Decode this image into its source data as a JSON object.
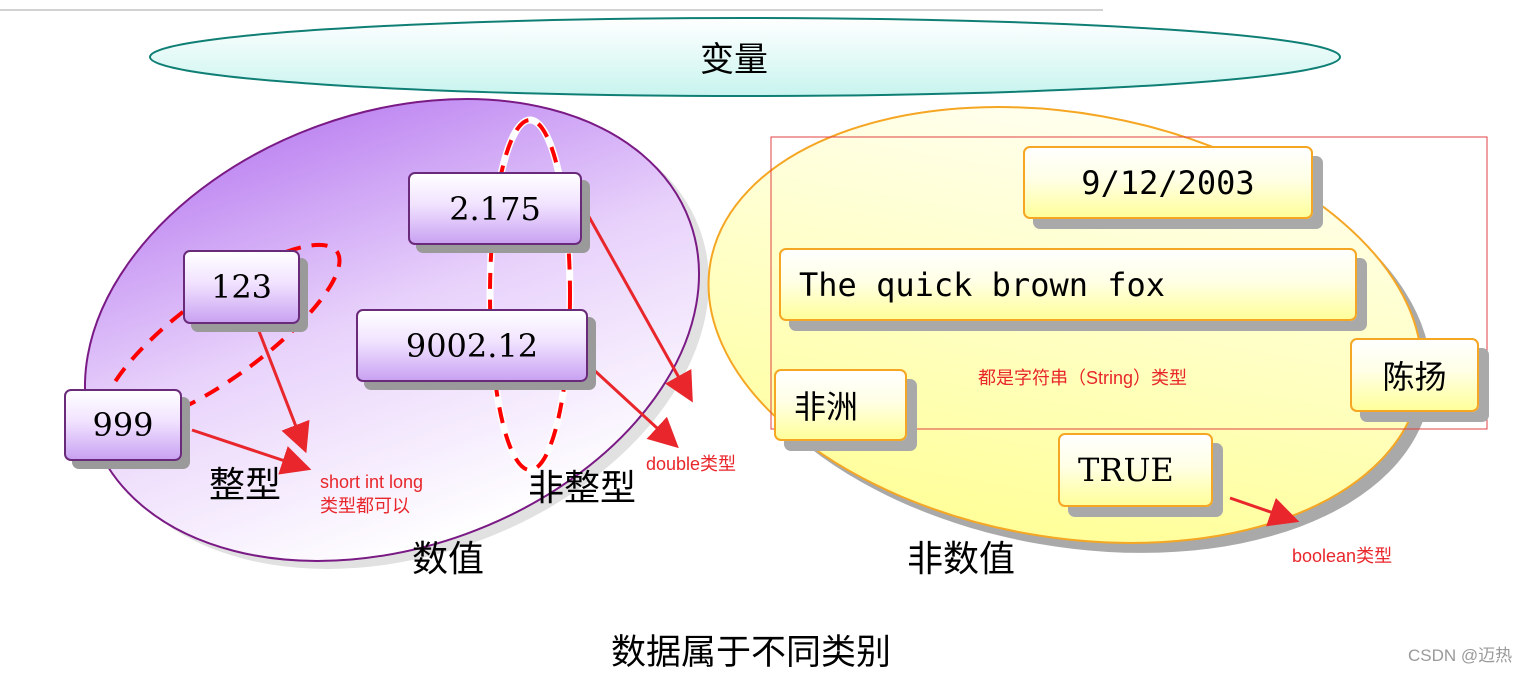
{
  "top_ellipse": {
    "label": "变量"
  },
  "numeric_group": {
    "label": "数值",
    "integer_label": "整型",
    "non_integer_label": "非整型",
    "integer_values": [
      "123",
      "999"
    ],
    "decimal_values": [
      "2.175",
      "9002.12"
    ],
    "integer_note_line1": "short int long",
    "integer_note_line2": "类型都可以",
    "double_note": "double类型"
  },
  "non_numeric_group": {
    "label": "非数值",
    "date_value": "9/12/2003",
    "sentence_value": "The quick brown fox",
    "name_value": "陈扬",
    "place_value": "非洲",
    "bool_value": "TRUE",
    "string_note": "都是字符串（String）类型",
    "boolean_note": "boolean类型"
  },
  "caption": "数据属于不同类别",
  "watermark": "CSDN @迈热",
  "colors": {
    "purple_border": "#6a2a7a",
    "yellow_border": "#f5a623",
    "teal_border": "#0f7f75",
    "annotation_red": "#e8262b"
  }
}
